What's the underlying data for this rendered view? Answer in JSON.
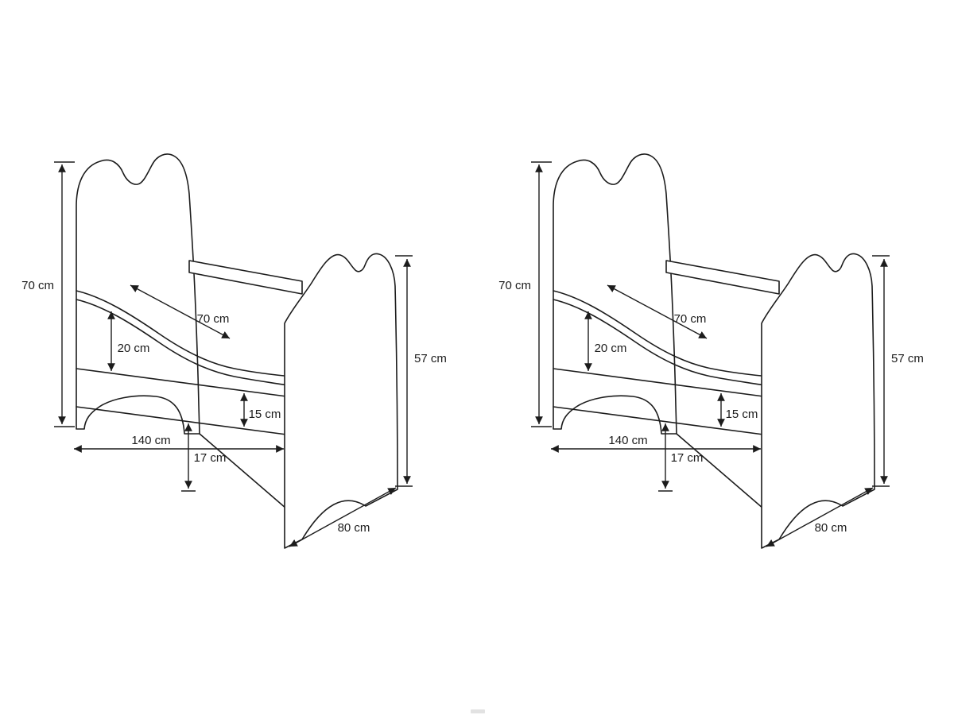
{
  "diagram": {
    "object": "children-bed-technical-drawing",
    "unit": "cm",
    "views": [
      {
        "name": "left-view"
      },
      {
        "name": "right-view"
      }
    ]
  },
  "dims": {
    "headboard_height": "70 cm",
    "inner_width": "70 cm",
    "rail_height": "20 cm",
    "base_height": "15 cm",
    "clearance": "17 cm",
    "length": "140 cm",
    "width": "80 cm",
    "footboard_height": "57 cm"
  }
}
